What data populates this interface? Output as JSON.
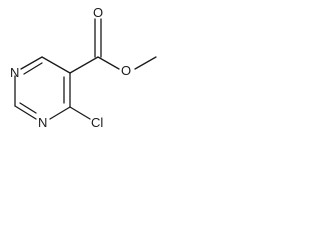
{
  "structure": {
    "atoms": {
      "ring_n_upper": "N",
      "ring_n_lower": "N",
      "carbonyl_o": "O",
      "ester_o": "O",
      "chlorine": "Cl"
    }
  }
}
